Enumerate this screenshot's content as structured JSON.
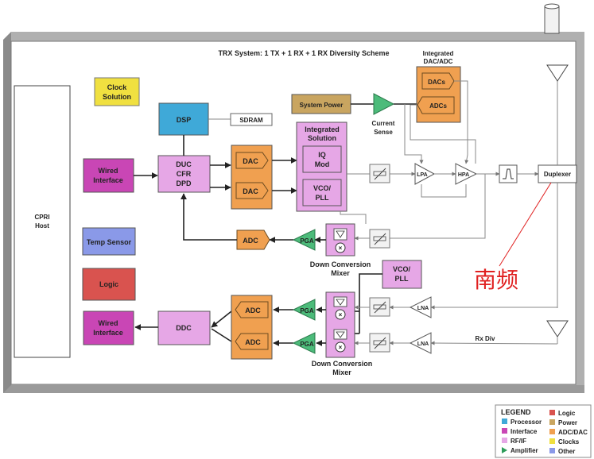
{
  "title": "TRX System: 1 TX + 1 RX + 1 RX Diversity Scheme",
  "blocks": {
    "cpri_host": [
      "CPRI",
      "Host"
    ],
    "clock_solution": [
      "Clock",
      "Solution"
    ],
    "dsp": "DSP",
    "sdram": "SDRAM",
    "system_power": "System Power",
    "current_sense": [
      "Current",
      "Sense"
    ],
    "integrated_dac_adc": [
      "Integrated",
      "DAC/ADC"
    ],
    "dacs": "DACs",
    "adcs": "ADCs",
    "wired_interface_tx": [
      "Wired",
      "Interface"
    ],
    "duc_cfr_dpd": [
      "DUC",
      "CFR",
      "DPD"
    ],
    "dac1": "DAC",
    "dac2": "DAC",
    "integrated_solution": [
      "Integrated",
      "Solution"
    ],
    "iq_mod": [
      "IQ",
      "Mod"
    ],
    "vco_pll_top": [
      "VCO/",
      "PLL"
    ],
    "lpa": "LPA",
    "hpa": "HPA",
    "duplexer": "Duplexer",
    "temp_sensor": "Temp Sensor",
    "adc_fb": "ADC",
    "pga_fb": "PGA",
    "down_mixer_top": [
      "Down Conversion",
      "Mixer"
    ],
    "logic": "Logic",
    "vco_pll_bottom": [
      "VCO/",
      "PLL"
    ],
    "wired_interface_rx": [
      "Wired",
      "Interface"
    ],
    "ddc": "DDC",
    "adc_rx1": "ADC",
    "adc_rx2": "ADC",
    "pga_rx1": "PGA",
    "pga_rx2": "PGA",
    "lna1": "LNA",
    "lna2": "LNA",
    "rx_div": "Rx Div",
    "down_mixer_bottom": [
      "Down Conversion",
      "Mixer"
    ]
  },
  "annotation": "南频",
  "legend": {
    "title": "LEGEND",
    "items": [
      {
        "label": "Processor",
        "color": "#3fa9d8"
      },
      {
        "label": "Logic",
        "color": "#d9534f"
      },
      {
        "label": "Interface",
        "color": "#c946b5"
      },
      {
        "label": "Power",
        "color": "#c9a560"
      },
      {
        "label": "RF/IF",
        "color": "#e6a7e6"
      },
      {
        "label": "ADC/DAC",
        "color": "#f0a050"
      },
      {
        "label": "Amplifier",
        "color": "#2e9c5a"
      },
      {
        "label": "Clocks",
        "color": "#f0e040"
      },
      {
        "label": "Other",
        "color": "#8a99e8"
      }
    ]
  },
  "colors": {
    "processor": "#3fa9d8",
    "logic": "#d9534f",
    "interface": "#c946b5",
    "power": "#c9a560",
    "rf_if": "#e6a7e6",
    "adc_dac": "#f0a050",
    "amplifier": "#4cbb7a",
    "clocks": "#f0e040",
    "other": "#8a99e8",
    "annotation": "#e02020"
  }
}
